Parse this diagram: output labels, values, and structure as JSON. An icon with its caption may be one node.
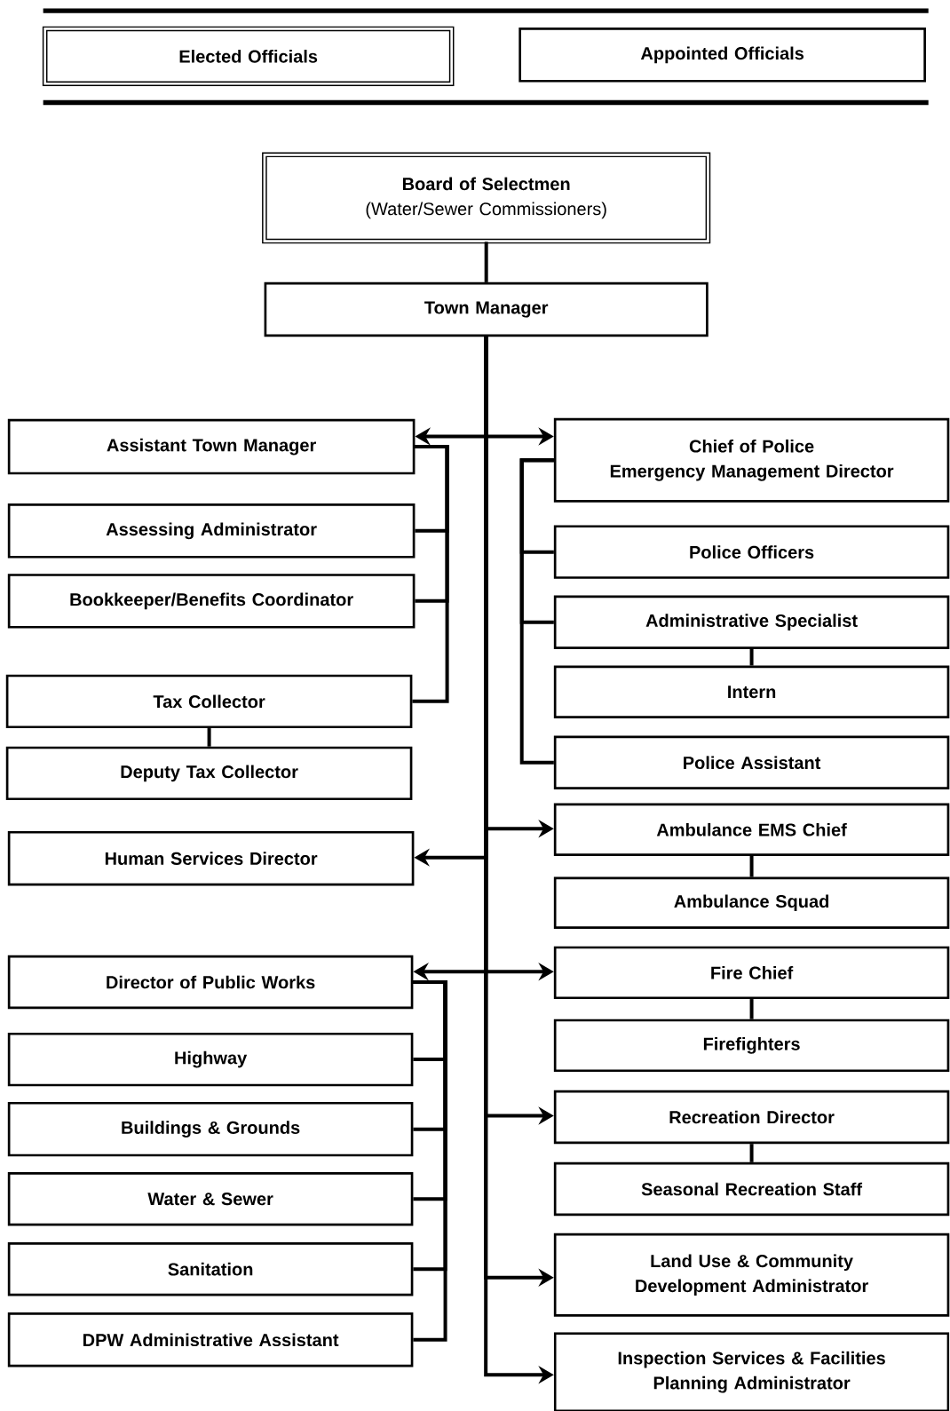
{
  "diagram": {
    "nodes": [
      {
        "text": [
          "Elected Officials"
        ]
      },
      {
        "text": [
          "Appointed Officials"
        ]
      },
      {
        "text": [
          "Board of Selectmen",
          "(Water/Sewer Commissioners)"
        ]
      },
      {
        "text": [
          "Town Manager"
        ]
      },
      {
        "text": [
          "Assistant Town Manager"
        ]
      },
      {
        "text": [
          "Chief of Police",
          "Emergency Management Director"
        ]
      },
      {
        "text": [
          "Assessing Administrator"
        ]
      },
      {
        "text": [
          "Police Officers"
        ]
      },
      {
        "text": [
          "Bookkeeper/Benefits Coordinator"
        ]
      },
      {
        "text": [
          "Administrative Specialist"
        ]
      },
      {
        "text": [
          "Intern"
        ]
      },
      {
        "text": [
          "Tax Collector"
        ]
      },
      {
        "text": [
          "Police Assistant"
        ]
      },
      {
        "text": [
          "Deputy Tax Collector"
        ]
      },
      {
        "text": [
          "Ambulance EMS Chief"
        ]
      },
      {
        "text": [
          "Human Services Director"
        ]
      },
      {
        "text": [
          "Ambulance Squad"
        ]
      },
      {
        "text": [
          "Director of Public Works"
        ]
      },
      {
        "text": [
          "Fire Chief"
        ]
      },
      {
        "text": [
          "Highway"
        ]
      },
      {
        "text": [
          "Firefighters"
        ]
      },
      {
        "text": [
          "Buildings & Grounds"
        ]
      },
      {
        "text": [
          "Recreation Director"
        ]
      },
      {
        "text": [
          "Water & Sewer"
        ]
      },
      {
        "text": [
          "Seasonal Recreation Staff"
        ]
      },
      {
        "text": [
          "Sanitation"
        ]
      },
      {
        "text": [
          "Land Use & Community Development Administrator"
        ]
      },
      {
        "text": [
          "DPW Administrative Assistant"
        ]
      },
      {
        "text": [
          "Inspection Services & Facilities Planning Administrator"
        ]
      }
    ],
    "edges": [
      {
        "from": 2,
        "to": 3,
        "arrow": "none"
      },
      {
        "from": 3,
        "to": 4,
        "arrow": "to"
      },
      {
        "from": 3,
        "to": 5,
        "arrow": "to"
      },
      {
        "from": 4,
        "to": 6,
        "arrow": "none"
      },
      {
        "from": 4,
        "to": 8,
        "arrow": "none"
      },
      {
        "from": 4,
        "to": 11,
        "arrow": "none"
      },
      {
        "from": 11,
        "to": 13,
        "arrow": "none"
      },
      {
        "from": 5,
        "to": 7,
        "arrow": "none"
      },
      {
        "from": 5,
        "to": 9,
        "arrow": "none"
      },
      {
        "from": 5,
        "to": 12,
        "arrow": "none"
      },
      {
        "from": 9,
        "to": 10,
        "arrow": "none"
      },
      {
        "from": 3,
        "to": 14,
        "arrow": "to"
      },
      {
        "from": 14,
        "to": 16,
        "arrow": "none"
      },
      {
        "from": 3,
        "to": 15,
        "arrow": "to"
      },
      {
        "from": 3,
        "to": 17,
        "arrow": "to"
      },
      {
        "from": 3,
        "to": 18,
        "arrow": "to"
      },
      {
        "from": 18,
        "to": 20,
        "arrow": "none"
      },
      {
        "from": 17,
        "to": 19,
        "arrow": "none"
      },
      {
        "from": 17,
        "to": 21,
        "arrow": "none"
      },
      {
        "from": 17,
        "to": 23,
        "arrow": "none"
      },
      {
        "from": 17,
        "to": 25,
        "arrow": "none"
      },
      {
        "from": 17,
        "to": 27,
        "arrow": "none"
      },
      {
        "from": 3,
        "to": 22,
        "arrow": "to"
      },
      {
        "from": 22,
        "to": 24,
        "arrow": "none"
      },
      {
        "from": 3,
        "to": 26,
        "arrow": "to"
      },
      {
        "from": 3,
        "to": 28,
        "arrow": "to"
      }
    ]
  }
}
